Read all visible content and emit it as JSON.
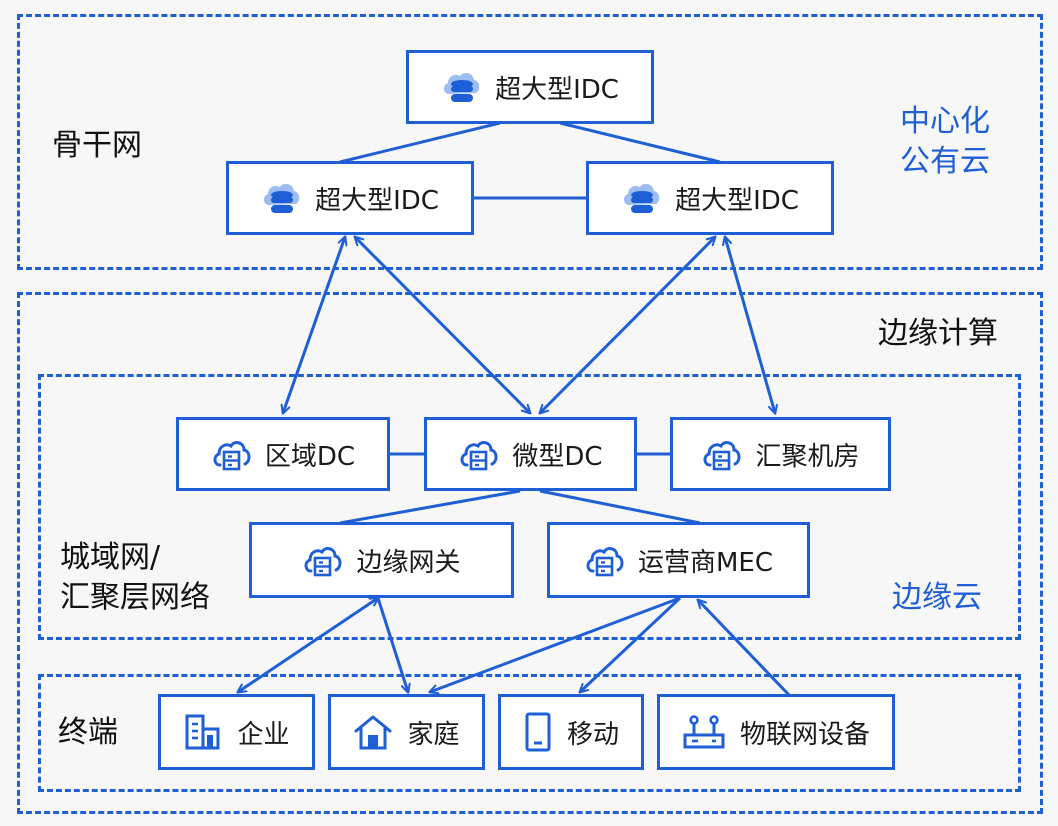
{
  "zones": {
    "backbone": "骨干网",
    "central_cloud": "中心化\n公有云",
    "edge_computing": "边缘计算",
    "metro": "城域网/\n汇聚层网络",
    "edge_cloud": "边缘云",
    "terminal": "终端"
  },
  "nodes": {
    "idc_top": {
      "label": "超大型IDC",
      "icon": "cloud-database-icon"
    },
    "idc_left": {
      "label": "超大型IDC",
      "icon": "cloud-database-icon"
    },
    "idc_right": {
      "label": "超大型IDC",
      "icon": "cloud-database-icon"
    },
    "regional_dc": {
      "label": "区域DC",
      "icon": "cloud-server-icon"
    },
    "micro_dc": {
      "label": "微型DC",
      "icon": "cloud-server-icon"
    },
    "aggregation_room": {
      "label": "汇聚机房",
      "icon": "cloud-server-icon"
    },
    "edge_gateway": {
      "label": "边缘网关",
      "icon": "cloud-server-icon"
    },
    "operator_mec": {
      "label": "运营商MEC",
      "icon": "cloud-server-icon"
    },
    "enterprise": {
      "label": "企业",
      "icon": "building-icon"
    },
    "home": {
      "label": "家庭",
      "icon": "house-icon"
    },
    "mobile": {
      "label": "移动",
      "icon": "phone-icon"
    },
    "iot": {
      "label": "物联网设备",
      "icon": "router-icon"
    }
  },
  "colors": {
    "accent": "#1f5fd6",
    "text": "#111111",
    "background": "#f7f7f7"
  }
}
